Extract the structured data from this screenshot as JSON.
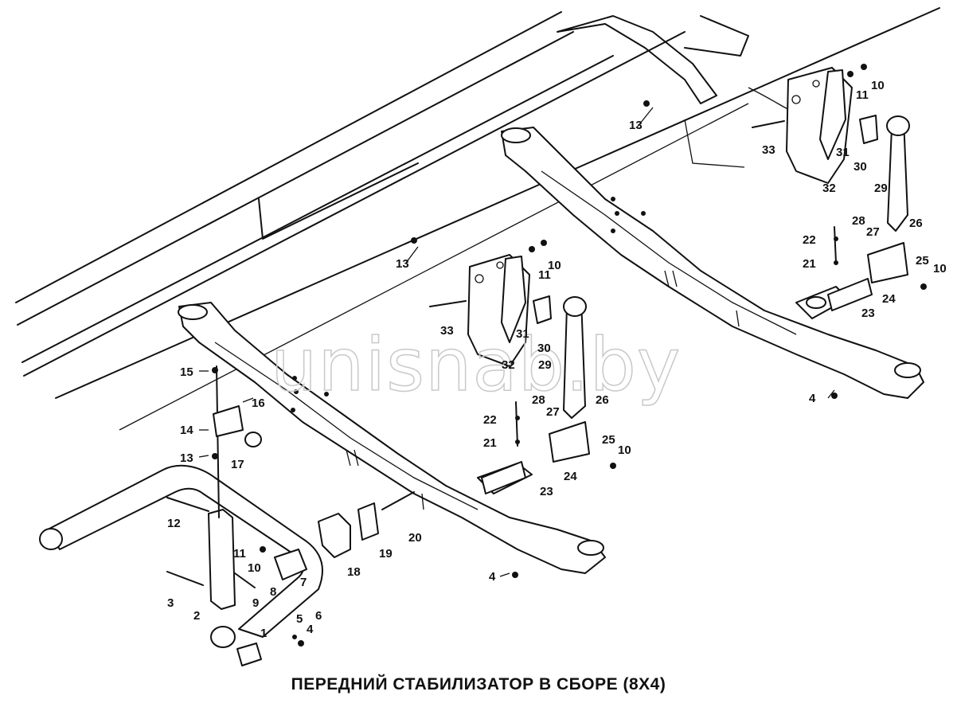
{
  "diagram": {
    "caption": "ПЕРЕДНИЙ СТАБИЛИЗАТОР В СБОРЕ (8X4)",
    "watermark": "unisnab.by",
    "line_color": "#111111",
    "background": "#ffffff"
  },
  "callouts": [
    {
      "id": "n10a",
      "text": "10"
    },
    {
      "id": "n11a",
      "text": "11"
    },
    {
      "id": "n13a",
      "text": "13"
    },
    {
      "id": "n33a",
      "text": "33"
    },
    {
      "id": "n31a",
      "text": "31"
    },
    {
      "id": "n30a",
      "text": "30"
    },
    {
      "id": "n32a",
      "text": "32"
    },
    {
      "id": "n29a",
      "text": "29"
    },
    {
      "id": "n22a",
      "text": "22"
    },
    {
      "id": "n28a",
      "text": "28"
    },
    {
      "id": "n26a",
      "text": "26"
    },
    {
      "id": "n27a",
      "text": "27"
    },
    {
      "id": "n21a",
      "text": "21"
    },
    {
      "id": "n25a",
      "text": "25"
    },
    {
      "id": "n10b",
      "text": "10"
    },
    {
      "id": "n24a",
      "text": "24"
    },
    {
      "id": "n23a",
      "text": "23"
    },
    {
      "id": "n4a",
      "text": "4"
    },
    {
      "id": "n13b",
      "text": "13"
    },
    {
      "id": "n10c",
      "text": "10"
    },
    {
      "id": "n11b",
      "text": "11"
    },
    {
      "id": "n33b",
      "text": "33"
    },
    {
      "id": "n31b",
      "text": "31"
    },
    {
      "id": "n30b",
      "text": "30"
    },
    {
      "id": "n32b",
      "text": "32"
    },
    {
      "id": "n29b",
      "text": "29"
    },
    {
      "id": "n15",
      "text": "15"
    },
    {
      "id": "n16",
      "text": "16"
    },
    {
      "id": "n14",
      "text": "14"
    },
    {
      "id": "n13c",
      "text": "13"
    },
    {
      "id": "n17",
      "text": "17"
    },
    {
      "id": "n28b",
      "text": "28"
    },
    {
      "id": "n22b",
      "text": "22"
    },
    {
      "id": "n27b",
      "text": "27"
    },
    {
      "id": "n26b",
      "text": "26"
    },
    {
      "id": "n21b",
      "text": "21"
    },
    {
      "id": "n25b",
      "text": "25"
    },
    {
      "id": "n10d",
      "text": "10"
    },
    {
      "id": "n24b",
      "text": "24"
    },
    {
      "id": "n23b",
      "text": "23"
    },
    {
      "id": "n20",
      "text": "20"
    },
    {
      "id": "n12",
      "text": "12"
    },
    {
      "id": "n19",
      "text": "19"
    },
    {
      "id": "n18",
      "text": "18"
    },
    {
      "id": "n11c",
      "text": "11"
    },
    {
      "id": "n10e",
      "text": "10"
    },
    {
      "id": "n7",
      "text": "7"
    },
    {
      "id": "n8",
      "text": "8"
    },
    {
      "id": "n3",
      "text": "3"
    },
    {
      "id": "n9",
      "text": "9"
    },
    {
      "id": "n2",
      "text": "2"
    },
    {
      "id": "n5",
      "text": "5"
    },
    {
      "id": "n6",
      "text": "6"
    },
    {
      "id": "n4b",
      "text": "4"
    },
    {
      "id": "n1",
      "text": "1"
    },
    {
      "id": "n4c",
      "text": "4"
    }
  ]
}
